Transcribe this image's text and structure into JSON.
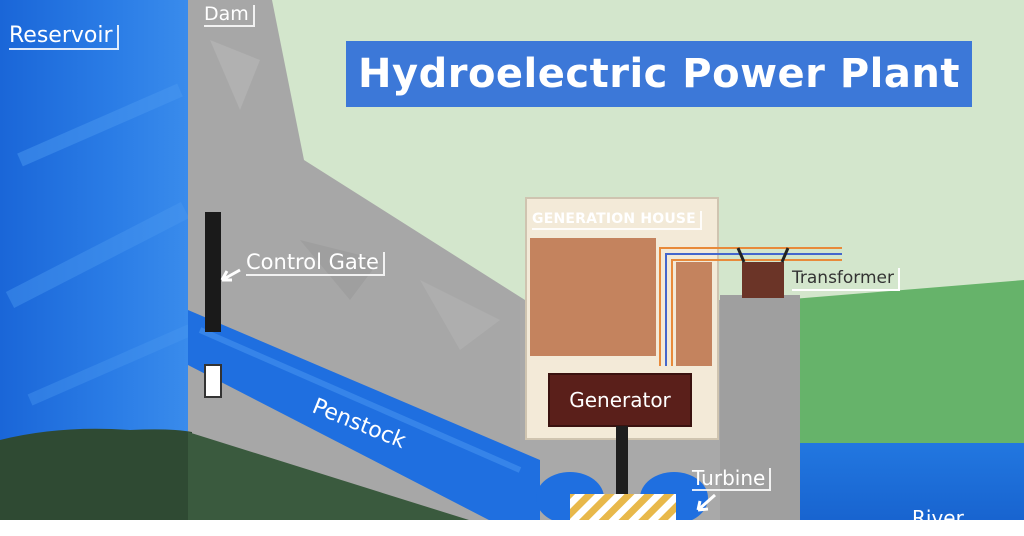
{
  "diagram": {
    "title": "Hydroelectric Power Plant",
    "labels": {
      "reservoir": "Reservoir",
      "dam": "Dam",
      "control_gate": "Control Gate",
      "penstock": "Penstock",
      "generation_house": "GENERATION HOUSE",
      "generator": "Generator",
      "transformer": "Transformer",
      "turbine": "Turbine",
      "river": "River"
    },
    "colors": {
      "title_bg": "#3c78d8",
      "water": "#1f6fe0",
      "dam": "#a9a9a9",
      "sky": "#d3e6cc",
      "ground": "#2f4a33",
      "generation_house": "#c4835e",
      "generator": "#5a1f1a"
    }
  }
}
